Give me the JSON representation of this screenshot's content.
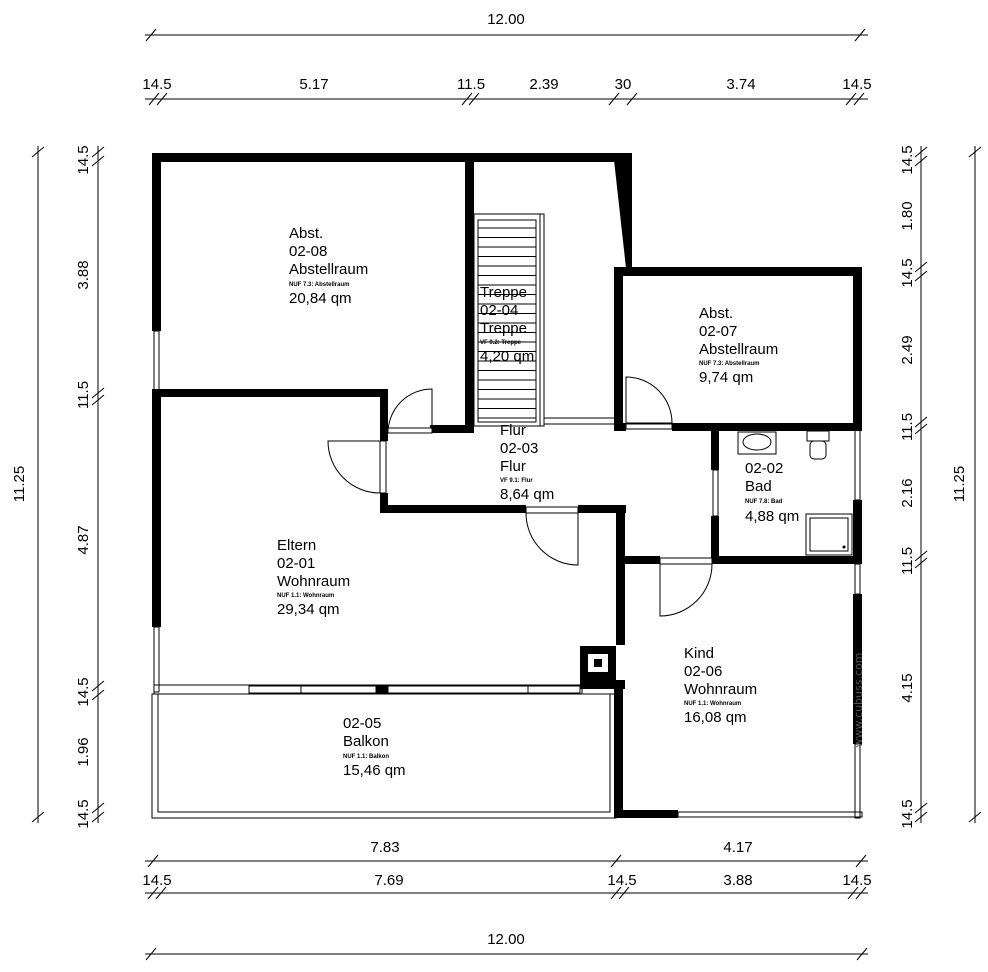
{
  "dimensions": {
    "top_total": "12.00",
    "top_segments": [
      "14.5",
      "5.17",
      "11.5",
      "2.39",
      "30",
      "3.74",
      "14.5"
    ],
    "left_total": "11.25",
    "left_segments": [
      "14.5",
      "3.88",
      "11.5",
      "4.87",
      "14.5",
      "1.96",
      "14.5"
    ],
    "right_total": "11.25",
    "right_segments": [
      "14.5",
      "1.80",
      "14.5",
      "2.49",
      "11.5",
      "2.16",
      "11.5",
      "4.15",
      "14.5"
    ],
    "bottom_upper": [
      "7.83",
      "4.17"
    ],
    "bottom_segments": [
      "14.5",
      "7.69",
      "14.5",
      "3.88",
      "14.5"
    ],
    "bottom_total": "12.00"
  },
  "rooms": [
    {
      "id": "abst-0208",
      "lines": [
        "Abst.",
        "02-08",
        "Abstellraum"
      ],
      "nuf": "NUF 7.3: Abstellraum",
      "area": "20,84 qm"
    },
    {
      "id": "treppe-0204",
      "lines": [
        "Treppe",
        "02-04",
        "Treppe"
      ],
      "nuf": "VF 9.2: Treppe",
      "area": "4,20 qm"
    },
    {
      "id": "abst-0207",
      "lines": [
        "Abst.",
        "02-07",
        "Abstellraum"
      ],
      "nuf": "NUF 7.3: Abstellraum",
      "area": "9,74 qm"
    },
    {
      "id": "flur-0203",
      "lines": [
        "Flur",
        "02-03",
        "Flur"
      ],
      "nuf": "VF 9.1: Flur",
      "area": "8,64 qm"
    },
    {
      "id": "bad-0202",
      "lines": [
        "02-02",
        "Bad"
      ],
      "nuf": "NUF 7.8: Bad",
      "area": "4,88 qm"
    },
    {
      "id": "eltern-0201",
      "lines": [
        "Eltern",
        "02-01",
        "Wohnraum"
      ],
      "nuf": "NUF 1.1: Wohnraum",
      "area": "29,34 qm"
    },
    {
      "id": "kind-0206",
      "lines": [
        "Kind",
        "02-06",
        "Wohnraum"
      ],
      "nuf": "NUF 1.1: Wohnraum",
      "area": "16,08 qm"
    },
    {
      "id": "balkon-0205",
      "lines": [
        "02-05",
        "Balkon"
      ],
      "nuf": "NUF 1.1: Balkon",
      "area": "15,46 qm"
    }
  ],
  "watermark": "www.cubuss.com"
}
